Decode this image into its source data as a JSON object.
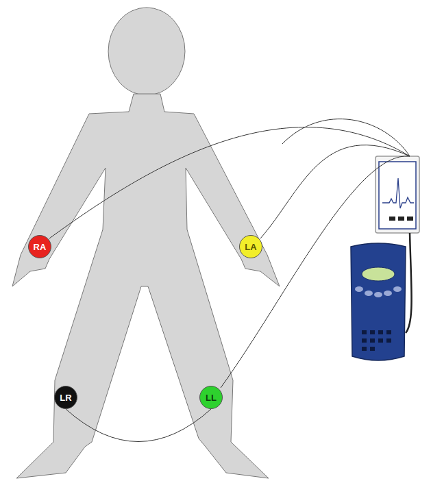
{
  "diagram": {
    "nodes": [
      {
        "text": [
          "RA"
        ]
      },
      {
        "text": [
          "LA"
        ]
      },
      {
        "text": [
          "LR"
        ]
      },
      {
        "text": [
          "LL"
        ]
      }
    ],
    "edges": [
      {
        "from": 2,
        "to": 3,
        "arrow": "none"
      }
    ]
  }
}
